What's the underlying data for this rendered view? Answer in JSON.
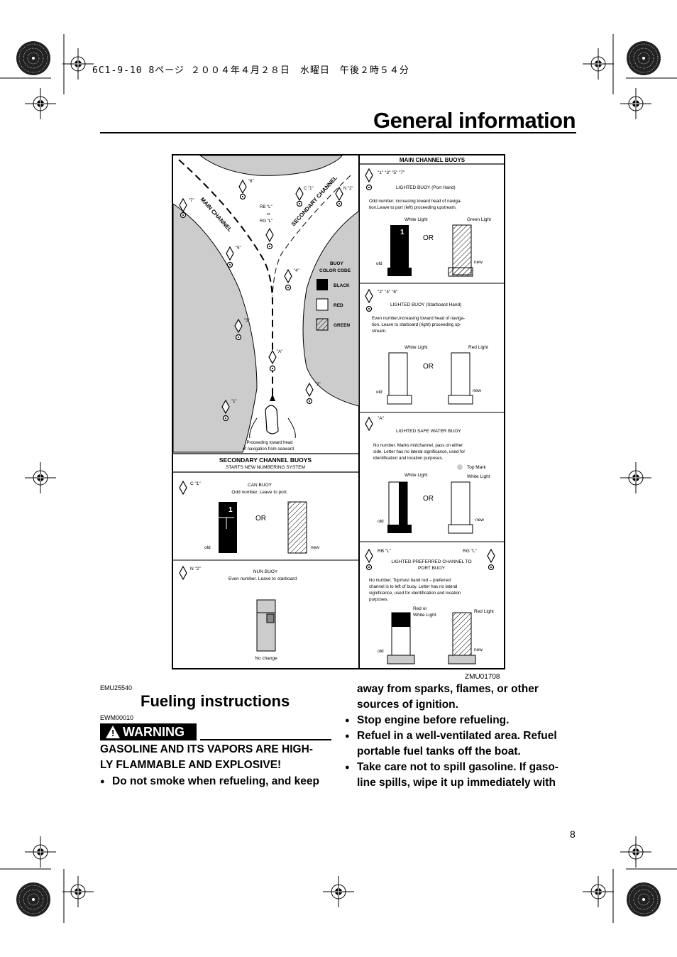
{
  "header": {
    "print_line": "6C1-9-10 8ページ ２００４年４月２８日　水曜日　午後２時５４分",
    "title": "General information"
  },
  "figure": {
    "code": "ZMU01708",
    "left_map": {
      "channel_main": "MAIN CHANNEL",
      "channel_secondary": "SECONDARY CHANNEL",
      "buoy_labels": {
        "b7": "\"7\"",
        "b6": "\"6\"",
        "b5": "\"5\"",
        "b3": "\"3\"",
        "b1": "\"1\"",
        "c1": "C \"1\"",
        "n2": "N \"2\"",
        "b4": "\"4\"",
        "b2": "\"2\"",
        "ba": "\"A\"",
        "rb": "RB  \"L\"",
        "or": "or",
        "rg": "RG  \"L\""
      },
      "color_code_title_1": "BUOY",
      "color_code_title_2": "COLOR CODE",
      "color_black": "BLACK",
      "color_red": "RED",
      "color_green": "GREEN",
      "proceeding_1": "Proceeding toward head",
      "proceeding_2": "of navigation from seaward"
    },
    "secondary": {
      "title": "SECONDARY CHANNEL BUOYS",
      "subtitle": "STARTS NEW NUMBERING SYSTEM",
      "can_label": "C  \"1\"",
      "can_title": "CAN  BUOY",
      "can_desc": "Odd number.  Leave to port.",
      "or": "OR",
      "old": "old",
      "new": "new",
      "nun_label": "N  \"2\"",
      "nun_title": "NUN BUOY",
      "nun_desc": "Even number.  Leave to starboard",
      "no_change": "No change"
    },
    "main": {
      "title": "MAIN CHANNEL BUOYS",
      "p1_nums": "\"1\"  \"3\"  \"5\"  \"7\"",
      "p1_title": "LIGHTED BUOY (Port Hand)",
      "p1_desc_1": "Odd number. increasing toward head of naviga-",
      "p1_desc_2": "tion.Leave to port (left) proceeding upstream.",
      "white_light": "White Light",
      "green_light": "Green Light",
      "red_light": "Red Light",
      "or": "OR",
      "old": "old",
      "new": "new",
      "p2_nums": "\"2\"  \"4\"  \"6\"",
      "p2_title": "LIGHTED BUOY (Starboard Hand)",
      "p2_desc_1": "Even number,increasing toward head of naviga-",
      "p2_desc_2": "tion. Leave to  starboard  (right) proceeding up-",
      "p2_desc_3": "stream.",
      "p3_num": "\"A\"",
      "p3_title": "LIGHTED SAFE WATER BUOY",
      "p3_desc_1": "No  number.  Marks  midchannel, pass on  either",
      "p3_desc_2": "side. Letter has no lateral significance, used for",
      "p3_desc_3": "identification and location purposes.",
      "top_mark": "Top Mark",
      "p4_left": "RB  \"L\"",
      "p4_right": "RG  \"L\"",
      "p4_title_1": "LIGHTED PREFERRED CHANNEL TO",
      "p4_title_2": "PORT BUOY",
      "p4_desc_1": "No  number.  Topmost band red – preferred",
      "p4_desc_2": "channel is to left of buoy. Letter has no lateral",
      "p4_desc_3": "significance, used for identification and location",
      "p4_desc_4": "purposes.",
      "red_or_white_1": "Red or",
      "red_or_white_2": "White Light"
    }
  },
  "section": {
    "code": "EMU25540",
    "title": "Fueling instructions",
    "warning_code": "EWM00010",
    "warning_label": "WARNING",
    "warning_symbol": "!",
    "warning_text_1": "GASOLINE AND ITS VAPORS ARE HIGH-",
    "warning_text_2": "LY FLAMMABLE AND EXPLOSIVE!",
    "bullet_1a": "Do not smoke when refueling, and keep",
    "bullet_1b_1": "away  from  sparks,  flames,  or  other",
    "bullet_1b_2": "sources of ignition.",
    "bullet_2": "Stop engine before refueling.",
    "bullet_3_1": "Refuel in a well-ventilated area. Refuel",
    "bullet_3_2": "portable fuel tanks off the boat.",
    "bullet_4_1": "Take care not to spill gasoline. If gaso-",
    "bullet_4_2": "line spills, wipe it up immediately with",
    "bullet_char": "●"
  },
  "page_number": "8"
}
